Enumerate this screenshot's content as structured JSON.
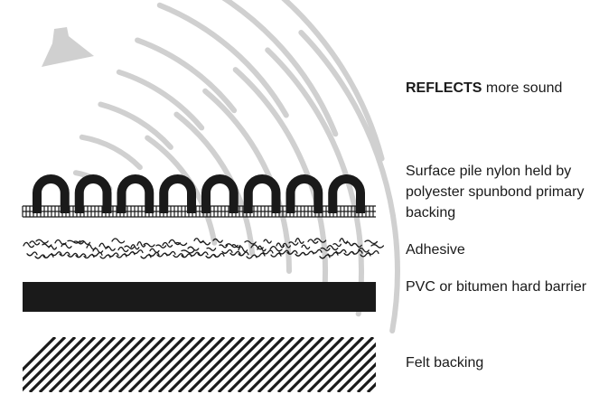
{
  "labels": {
    "reflects_strong": "REFLECTS",
    "reflects_rest": " more sound",
    "surface_pile": "Surface pile nylon held by polyester spunbond primary backing",
    "adhesive": "Adhesive",
    "pvc_barrier": "PVC or bitumen hard barrier",
    "felt_backing": "Felt backing"
  },
  "layers": [
    {
      "id": "surface-pile",
      "loops": 8
    },
    {
      "id": "adhesive"
    },
    {
      "id": "pvc-barrier"
    },
    {
      "id": "felt-backing"
    }
  ],
  "icons": {
    "speaker": "speaker-icon",
    "sound_waves": "sound-wave-icon"
  },
  "colors": {
    "ink": "#1a1a1a",
    "wave": "#d0d0d0",
    "text": "#1a1a1a"
  }
}
